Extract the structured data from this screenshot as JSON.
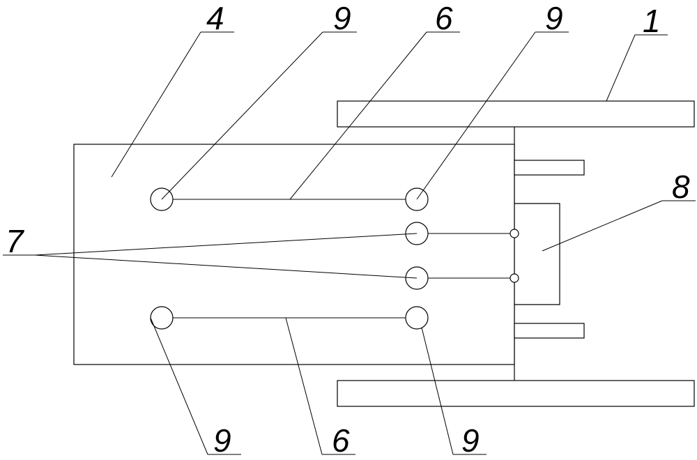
{
  "labels": {
    "l4": "4",
    "l9_top_left": "9",
    "l6_top": "6",
    "l9_top_right": "9",
    "l1": "1",
    "l7": "7",
    "l8": "8",
    "l9_bottom_left": "9",
    "l6_bottom": "6",
    "l9_bottom_right": "9"
  },
  "colors": {
    "line": "#000000",
    "background": "#ffffff"
  }
}
